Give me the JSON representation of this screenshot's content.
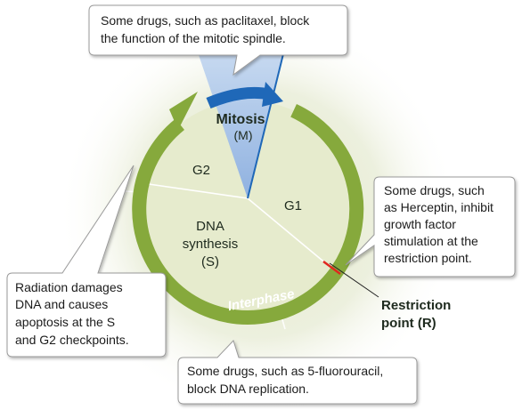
{
  "phases": {
    "mitosis": {
      "name": "Mitosis",
      "abbr": "(M)"
    },
    "g1": "G1",
    "g2": "G2",
    "s": {
      "line1": "DNA",
      "line2": "synthesis",
      "line3": "(S)"
    }
  },
  "interphase_label": "Interphase",
  "restriction": {
    "line1": "Restriction",
    "line2": "point (R)"
  },
  "callouts": {
    "top": {
      "line1": "Some drugs, such as paclitaxel, block",
      "line2": "the function of the mitotic spindle."
    },
    "right": {
      "line1": "Some drugs, such",
      "line2": "as Herceptin, inhibit",
      "line3": "growth factor",
      "line4": "stimulation at  the",
      "line5": "restriction point."
    },
    "left": {
      "line1": "Radiation damages",
      "line2": "DNA and causes",
      "line3": "apoptosis at the S",
      "line4": "and G2 checkpoints."
    },
    "bottom": {
      "line1": "Some drugs, such as 5-fluorouracil,",
      "line2": "block DNA replication."
    }
  },
  "colors": {
    "cycle_ring": "#86a93c",
    "cycle_fill": "#e6ebcd",
    "mitosis_wedge": "#9fbde4",
    "mitosis_arrow": "#1f68b8",
    "restriction_mark": "#e0271f",
    "glow": "#e9ecd6"
  }
}
